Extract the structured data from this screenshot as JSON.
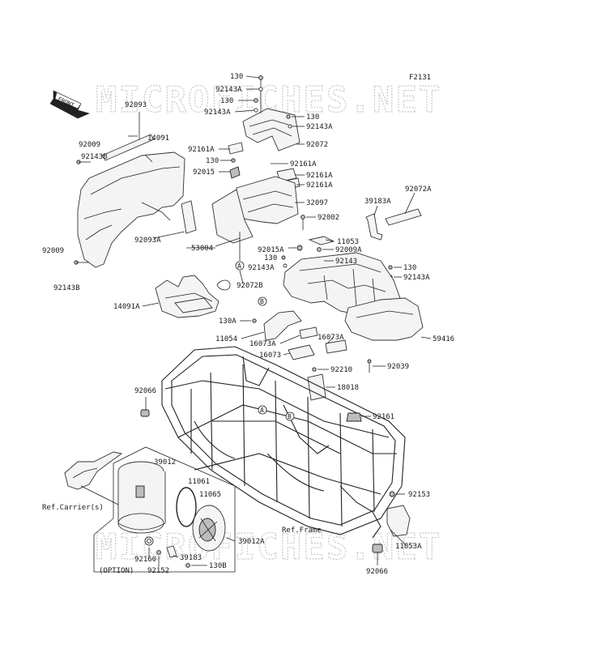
{
  "figure_code": "F2131",
  "front_badge": "FRONT",
  "watermarks": [
    "MICROFICHES.NET",
    "MICROFICHES.NET"
  ],
  "ref_markers": [
    "A",
    "B",
    "A",
    "B"
  ],
  "labels": {
    "l130a": "130",
    "l92143a_a": "92143A",
    "l130b": "130",
    "l92143a_b": "92143A",
    "l130c": "130",
    "l92143a_c": "92143A",
    "l92072": "92072",
    "l92161a_a": "92161A",
    "l130d": "130",
    "l92015": "92015",
    "l92161a_b": "92161A",
    "l92161a_c": "92161A",
    "l92161a_d": "92161A",
    "l32097": "32097",
    "l92093": "92093",
    "l14091": "14091",
    "l92009_a": "92009",
    "l92143b_a": "92143B",
    "l92093a": "92093A",
    "l53004": "53004",
    "l92009_b": "92009",
    "l92143b_b": "92143B",
    "l39183a": "39183A",
    "l92072a": "92072A",
    "l92002": "92002",
    "l11053": "11053",
    "l92015a": "92015A",
    "l92009a": "92009A",
    "l130e": "130",
    "l92143": "92143",
    "l92143a_d": "92143A",
    "l130f": "130",
    "l92143a_e": "92143A",
    "l92072b": "92072B",
    "l14091a": "14091A",
    "l130a_x": "130A",
    "l11054": "11054",
    "l16073a_a": "16073A",
    "l16073a_b": "16073A",
    "l59416": "59416",
    "l16073": "16073",
    "l92210": "92210",
    "l92039": "92039",
    "l18018": "18018",
    "l92066_a": "92066",
    "l92161": "92161",
    "l39012": "39012",
    "l11061": "11061",
    "l11065": "11065",
    "l92153": "92153",
    "l39012a": "39012A",
    "l11053a": "11053A",
    "l92160": "92160",
    "l39183": "39183",
    "l92152": "92152",
    "l130b_x": "130B",
    "l92066_b": "92066",
    "ref_carrier": "Ref.Carrier(s)",
    "ref_frame": "Ref.Frame",
    "option": "(OPTION)"
  }
}
